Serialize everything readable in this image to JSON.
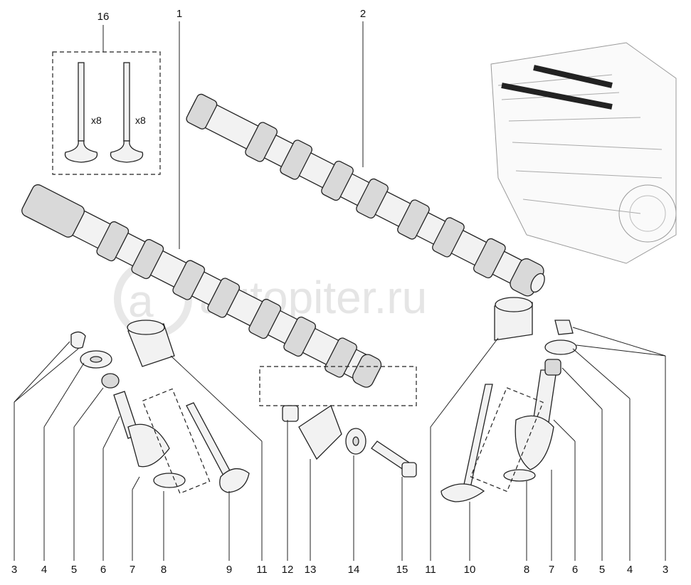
{
  "watermark": "autopiter.ru",
  "inset_box": {
    "callout": "16",
    "qty_left": "x8",
    "qty_right": "x8"
  },
  "top_callouts": {
    "camshaft_1": "1",
    "camshaft_2": "2"
  },
  "bottom_labels": [
    "3",
    "4",
    "5",
    "6",
    "7",
    "8",
    "9",
    "11",
    "12",
    "13",
    "14",
    "15",
    "11",
    "10",
    "8",
    "7",
    "6",
    "5",
    "4",
    "3"
  ]
}
